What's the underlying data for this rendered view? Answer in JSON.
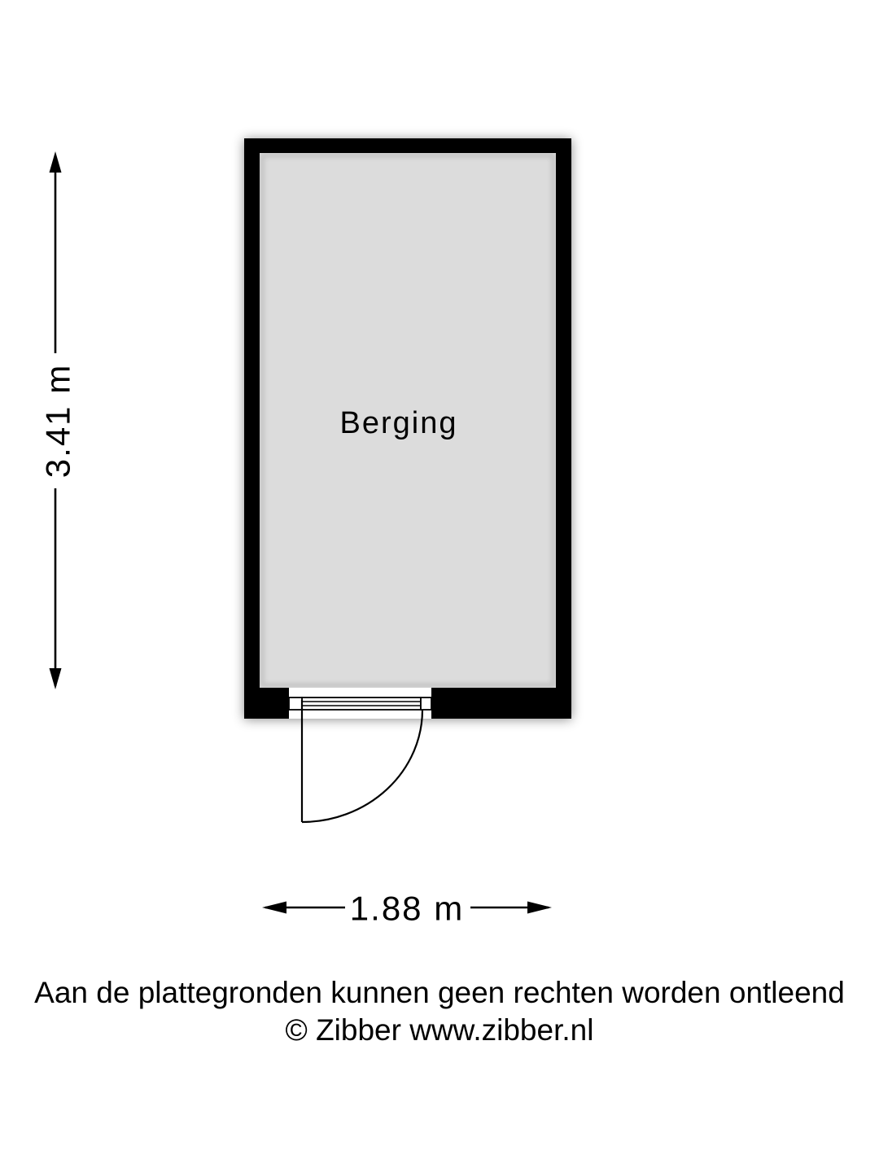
{
  "floor_plan": {
    "room": {
      "label": "Berging"
    },
    "dimensions": {
      "height": "3.41 m",
      "width": "1.88 m"
    }
  },
  "footer": {
    "disclaimer": "Aan de plattegronden kunnen geen rechten worden ontleend",
    "credit": "© Zibber www.zibber.nl"
  },
  "icons": {
    "dimension_arrows": "filled-triangle-arrowheads"
  },
  "colors": {
    "wall": "#000000",
    "room_fill": "#dcdcdc",
    "line": "#000000",
    "background": "#ffffff"
  }
}
